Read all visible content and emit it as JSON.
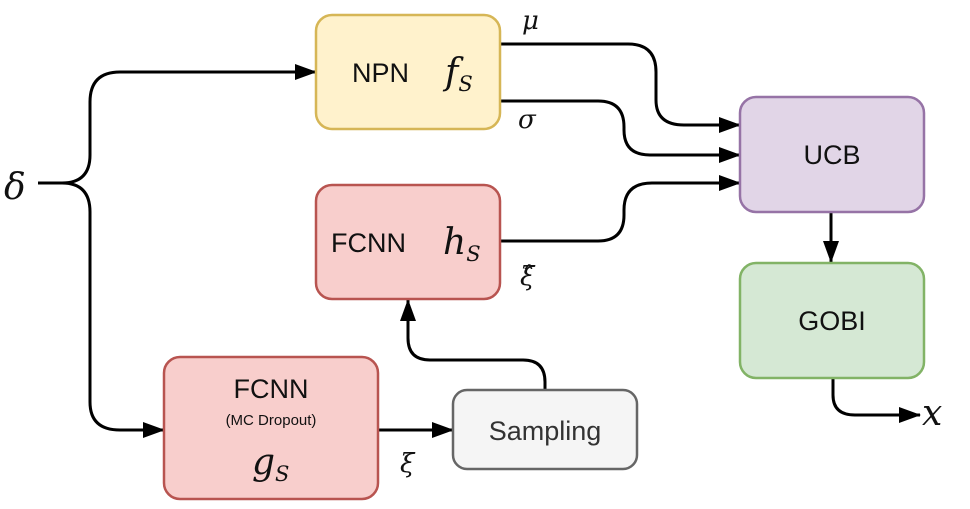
{
  "input_symbol": "δ",
  "output_symbol": "x",
  "nodes": {
    "npn": {
      "label": "NPN",
      "math": "f",
      "sub": "S",
      "fill": "#fff2cc",
      "stroke": "#d6b656"
    },
    "fcnn_h": {
      "label": "FCNN",
      "math": "h",
      "sub": "S",
      "fill": "#f8cecc",
      "stroke": "#b85450"
    },
    "fcnn_g": {
      "label": "FCNN",
      "sublabel": "(MC Dropout)",
      "math": "g",
      "sub": "S",
      "fill": "#f8cecc",
      "stroke": "#b85450"
    },
    "sampling": {
      "label": "Sampling",
      "fill": "#f5f5f5",
      "stroke": "#666666"
    },
    "ucb": {
      "label": "UCB",
      "fill": "#e1d5e7",
      "stroke": "#9673a6"
    },
    "gobi": {
      "label": "GOBI",
      "fill": "#d5e8d4",
      "stroke": "#82b366"
    }
  },
  "edge_labels": {
    "mu": "μ",
    "sigma": "σ",
    "xi_hat": "ξ̂",
    "xi": "ξ"
  }
}
